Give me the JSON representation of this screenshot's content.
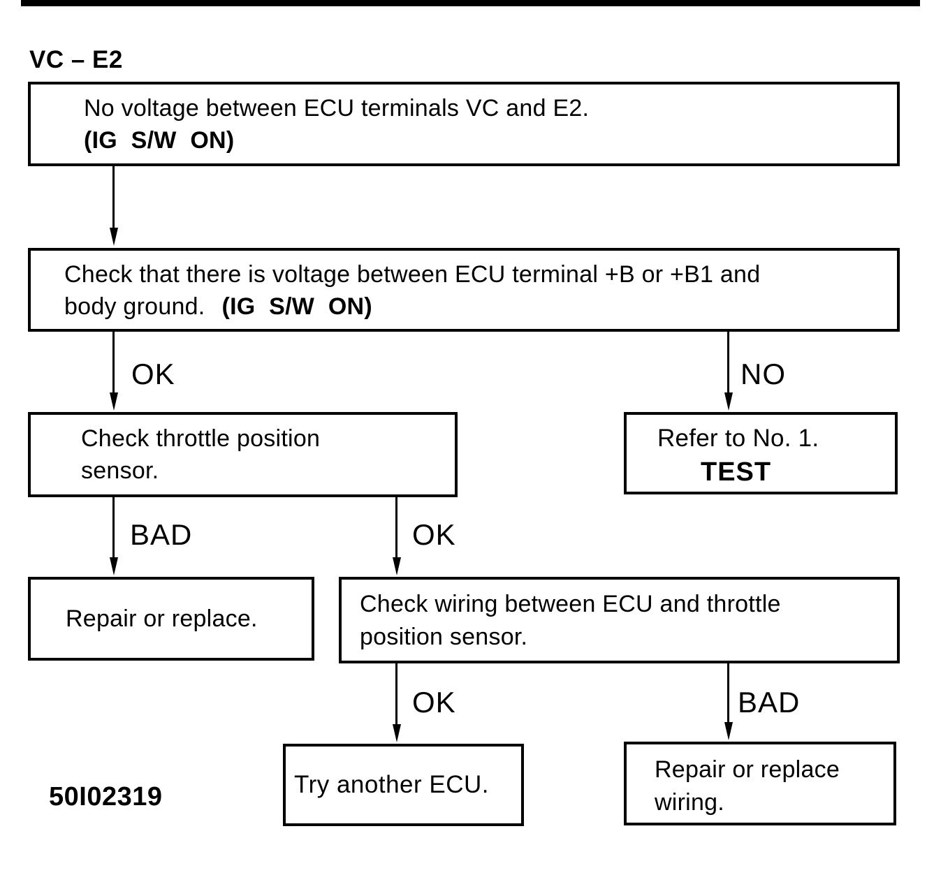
{
  "flowchart": {
    "title": "VC – E2",
    "doc_code": "50I02319",
    "boxes": {
      "start": {
        "line1": "No voltage between ECU terminals VC and E2.",
        "line2": "(IG S/W ON)"
      },
      "check_voltage": {
        "line1": "Check that there is voltage between ECU terminal +B or +B1 and",
        "line2": "body ground.",
        "line2_note": "(IG S/W ON)"
      },
      "check_tps": {
        "line1": "Check throttle position",
        "line2": "sensor."
      },
      "refer_test": {
        "line1": "Refer to No. 1.",
        "line2": "TEST"
      },
      "repair_replace": {
        "line1": "Repair or replace."
      },
      "check_wiring": {
        "line1": "Check wiring between ECU and throttle",
        "line2": "position sensor."
      },
      "try_ecu": {
        "line1": "Try another ECU."
      },
      "repair_wiring": {
        "line1": "Repair or replace",
        "line2": "wiring."
      }
    },
    "branch_labels": {
      "voltage_ok": "OK",
      "voltage_no": "NO",
      "tps_bad": "BAD",
      "tps_ok": "OK",
      "wiring_ok": "OK",
      "wiring_bad": "BAD"
    },
    "colors": {
      "ink": "#000000",
      "paper": "#ffffff"
    }
  }
}
